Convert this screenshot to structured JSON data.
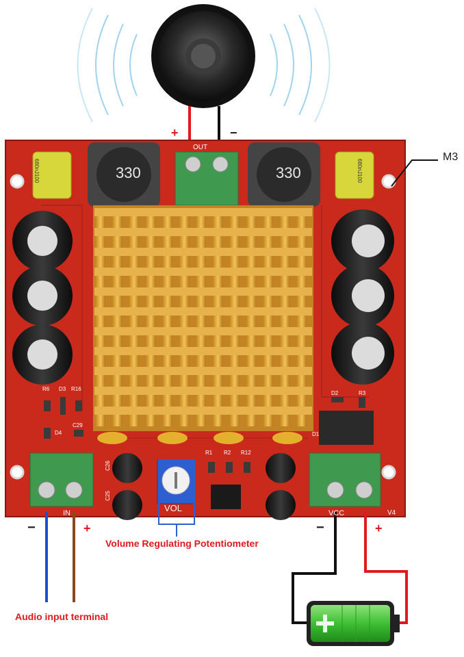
{
  "labels": {
    "mount_hole": "M3",
    "potentiometer": "Volume Regulating Potentiometer",
    "audio_input": "Audio input terminal"
  },
  "polarity": {
    "speaker_plus": "+",
    "speaker_minus": "−",
    "input_minus": "−",
    "input_plus": "+",
    "power_minus": "−",
    "power_plus": "+"
  },
  "silkscreen": {
    "out": "OUT",
    "in": "IN",
    "vol": "VOL",
    "vcc": "VCC",
    "v4": "V4",
    "inductor_value": "330",
    "cap_text": "680nJ100",
    "r6": "R6",
    "d3": "D3",
    "r16": "R16",
    "d4": "D4",
    "c29": "C29",
    "r1": "R1",
    "r2": "R2",
    "r12": "R12",
    "d2": "D2",
    "r3": "R3",
    "d1": "D1",
    "c26": "C26",
    "c25": "C25"
  },
  "colors": {
    "pcb": "#c92a1c",
    "heatsink": "#e0a93a",
    "terminal": "#3f9a4f",
    "wire_red": "#e0191f",
    "wire_blue": "#1f4fd1",
    "wire_brown": "#8a4a1c",
    "battery_green": "#46c43a"
  },
  "icons": [
    "speaker-icon",
    "sound-wave-icon",
    "battery-icon"
  ]
}
